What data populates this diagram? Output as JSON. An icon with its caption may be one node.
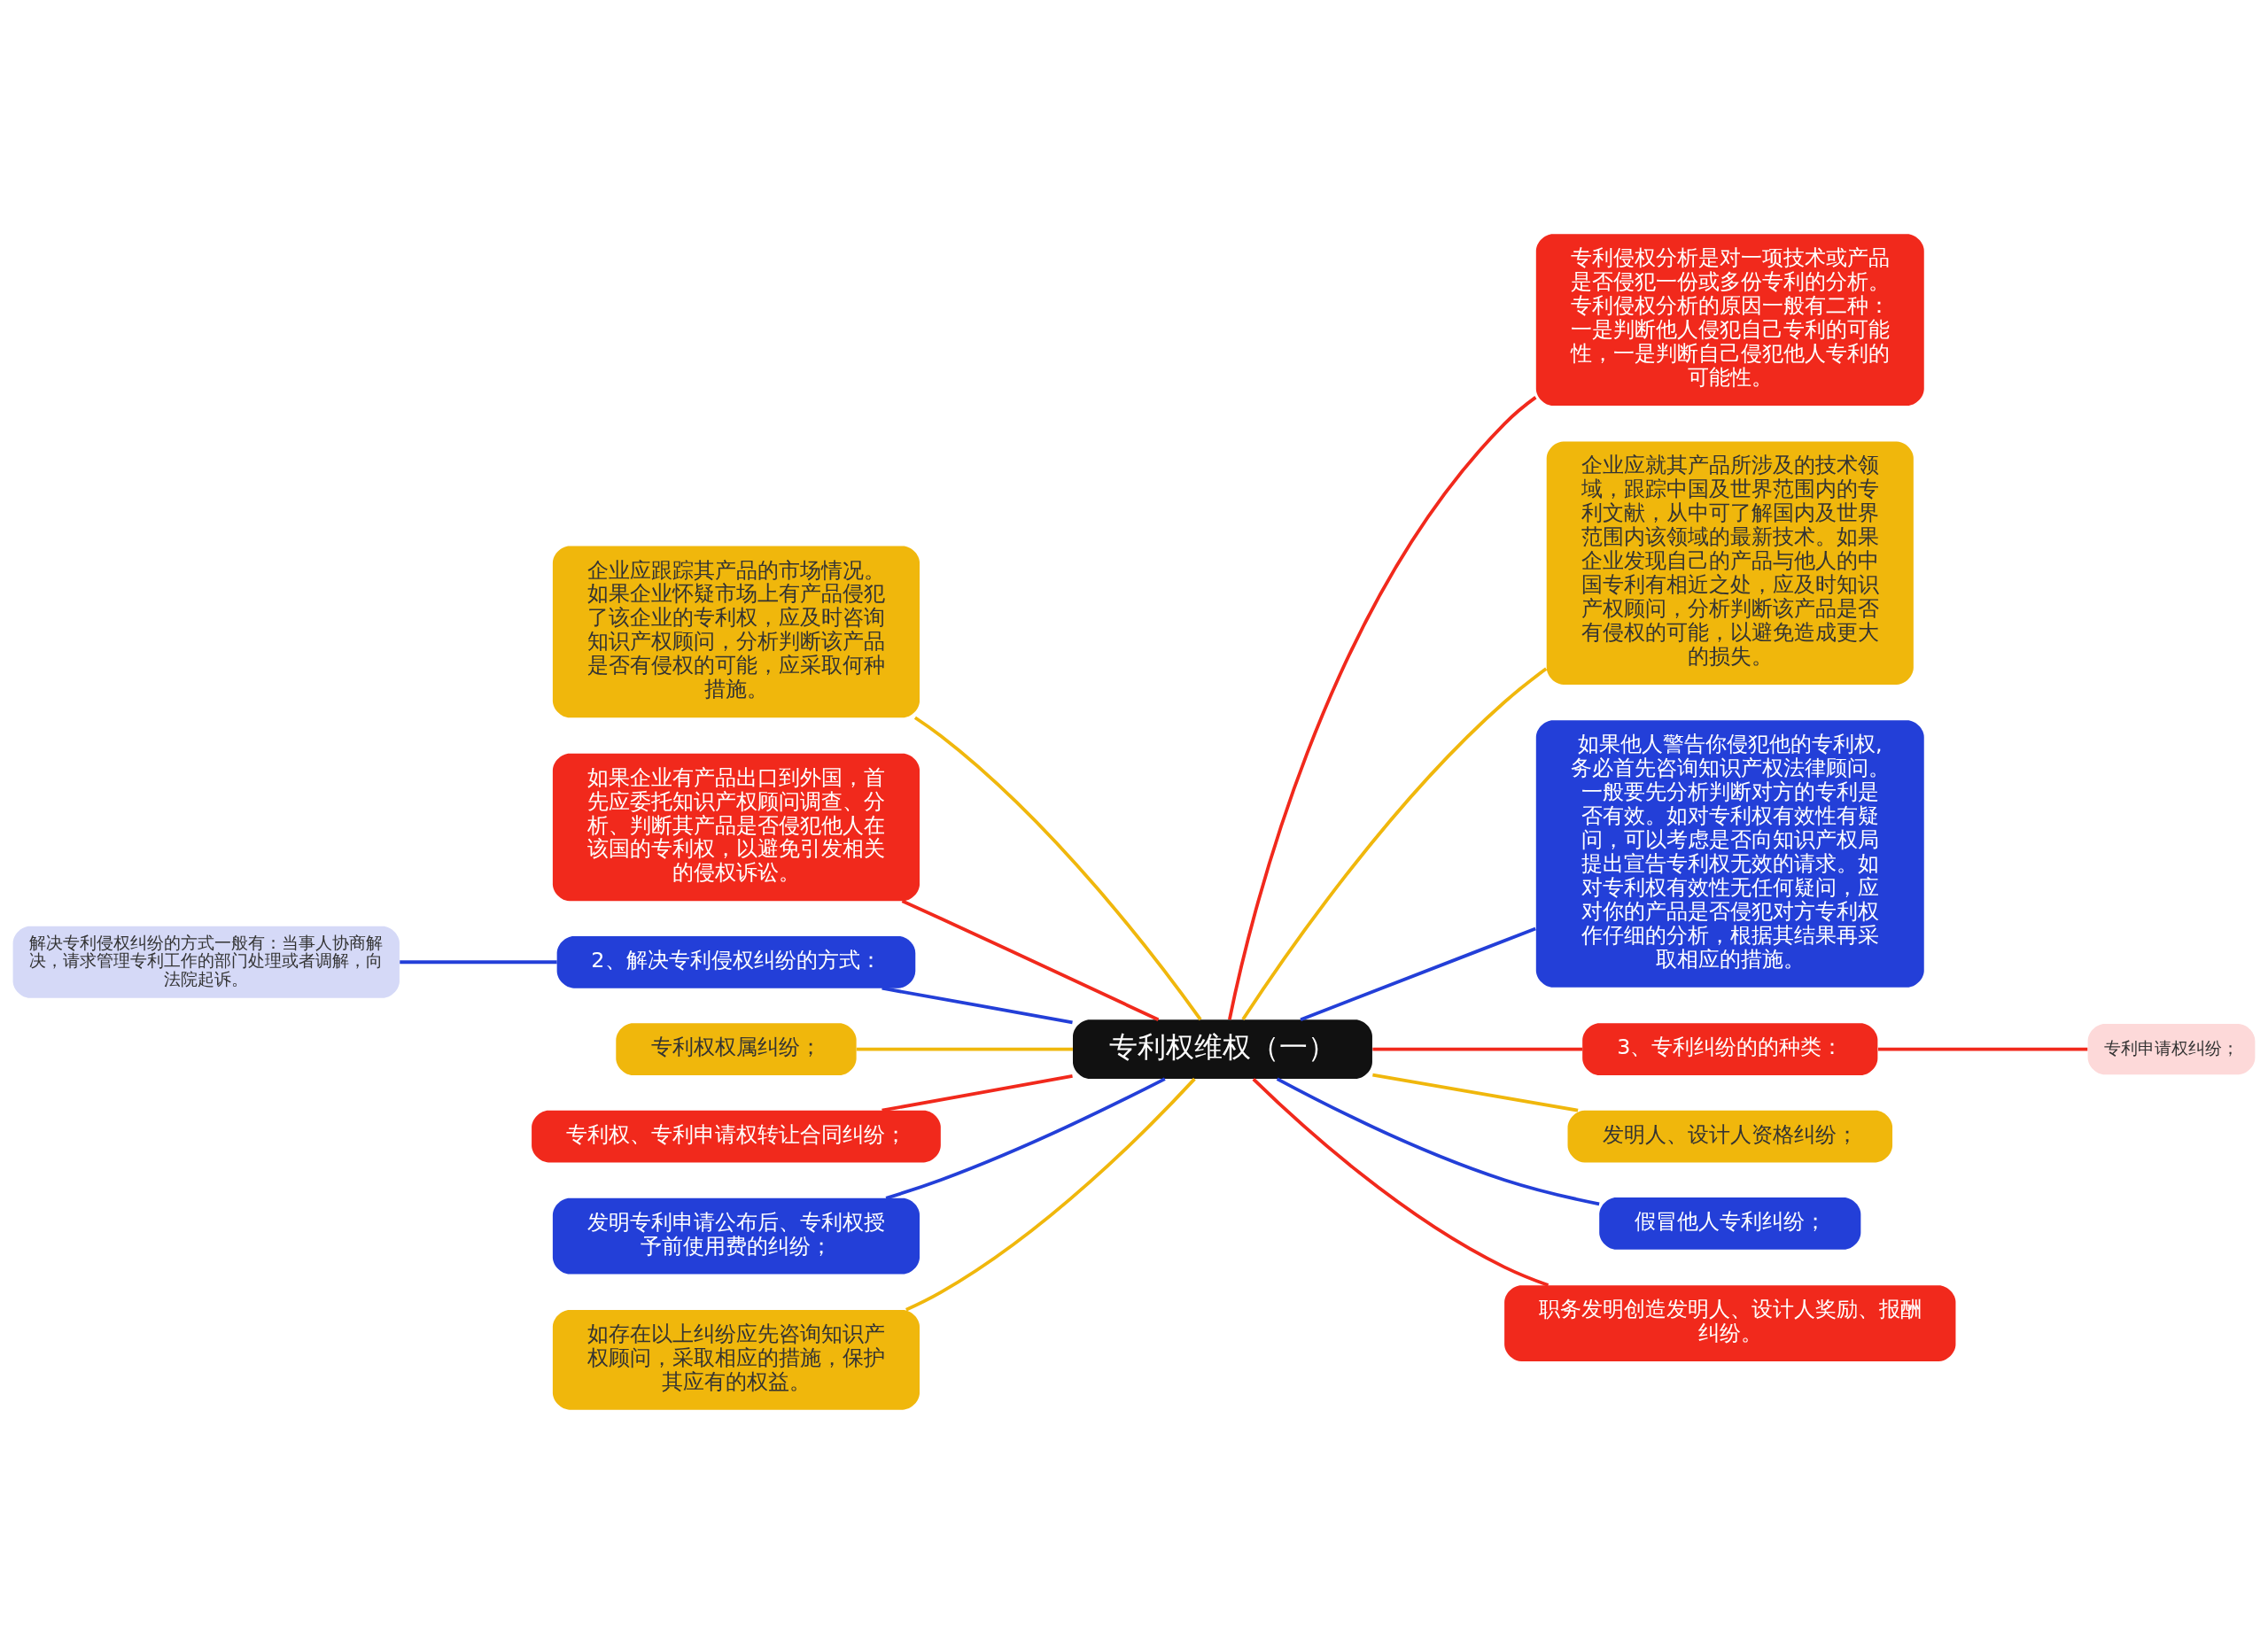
{
  "diagram": {
    "nodes": [
      {
        "text": [
          "专利权维权（一）"
        ]
      },
      {
        "text": [
          "企业应跟踪其产品的市场情况。如果企业怀疑市场上有产品侵犯了该企业的专利权，应及时咨询知识产权顾问，分析判断该产品是否有侵权的可能，应采取何种措施。"
        ]
      },
      {
        "text": [
          "如果企业有产品出口到外国，首先应委托知识产权顾问调查、分析、判断其产品是否侵犯他人在该国的专利权，以避免引发相关的侵权诉讼。"
        ]
      },
      {
        "text": [
          "2、解决专利侵权纠纷的方式："
        ]
      },
      {
        "text": [
          "解决专利侵权纠纷的方式一般有：当事人协商解决，请求管理专利工作的部门处理或者调解，向法院起诉。"
        ]
      },
      {
        "text": [
          "专利权权属纠纷；"
        ]
      },
      {
        "text": [
          "专利权、专利申请权转让合同纠纷；"
        ]
      },
      {
        "text": [
          "发明专利申请公布后、专利权授予前使用费的纠纷；"
        ]
      },
      {
        "text": [
          "如存在以上纠纷应先咨询知识产权顾问，采取相应的措施，保护其应有的权益。"
        ]
      },
      {
        "text": [
          "专利侵权分析是对一项技术或产品是否侵犯一份或多份专利的分析。专利侵权分析的原因一般有二种：一是判断他人侵犯自己专利的可能性，一是判断自己侵犯他人专利的可能性。"
        ]
      },
      {
        "text": [
          "企业应就其产品所涉及的技术领域，跟踪中国及世界范围内的专利文献，从中可了解国内及世界范围内该领域的最新技术。如果企业发现自己的产品与他人的中国专利有相近之处，应及时知识产权顾问，分析判断该产品是否有侵权的可能，以避免造成更大的损失。"
        ]
      },
      {
        "text": [
          "如果他人警告你侵犯他的专利权,务必首先咨询知识产权法律顾问。一般要先分析判断对方的专利是否有效。如对专利权有效性有疑问，可以考虑是否向知识产权局提出宣告专利权无效的请求。如对专利权有效性无任何疑问，应对你的产品是否侵犯对方专利权作仔细的分析，根据其结果再采取相应的措施。"
        ]
      },
      {
        "text": [
          "3、专利纠纷的的种类："
        ]
      },
      {
        "text": [
          "专利申请权纠纷；"
        ]
      },
      {
        "text": [
          "发明人、设计人资格纠纷；"
        ]
      },
      {
        "text": [
          "假冒他人专利纠纷；"
        ]
      },
      {
        "text": [
          "职务发明创造发明人、设计人奖励、报酬纠纷。"
        ]
      }
    ],
    "edges": [
      {
        "from": 0,
        "to": 1,
        "arrow": "none",
        "color": "#f0b70c"
      },
      {
        "from": 0,
        "to": 2,
        "arrow": "none"
      },
      {
        "from": 0,
        "to": 3,
        "arrow": "none",
        "color": "#233fd8"
      },
      {
        "from": 3,
        "to": 4,
        "arrow": "none",
        "color": "#233fd8"
      },
      {
        "from": 0,
        "to": 5,
        "arrow": "none",
        "color": "#f0b70c"
      },
      {
        "from": 0,
        "to": 6,
        "arrow": "none"
      },
      {
        "from": 0,
        "to": 7,
        "arrow": "none",
        "color": "#233fd8"
      },
      {
        "from": 0,
        "to": 8,
        "arrow": "none",
        "color": "#f0b70c"
      },
      {
        "from": 0,
        "to": 9,
        "arrow": "none"
      },
      {
        "from": 0,
        "to": 10,
        "arrow": "none",
        "color": "#f0b70c"
      },
      {
        "from": 0,
        "to": 11,
        "arrow": "none",
        "color": "#233fd8"
      },
      {
        "from": 0,
        "to": 12,
        "arrow": "none"
      },
      {
        "from": 12,
        "to": 13,
        "arrow": "none"
      },
      {
        "from": 0,
        "to": 14,
        "arrow": "none",
        "color": "#f0b70c"
      },
      {
        "from": 0,
        "to": 15,
        "arrow": "none",
        "color": "#233fd8"
      },
      {
        "from": 0,
        "to": 16,
        "arrow": "none"
      }
    ]
  }
}
